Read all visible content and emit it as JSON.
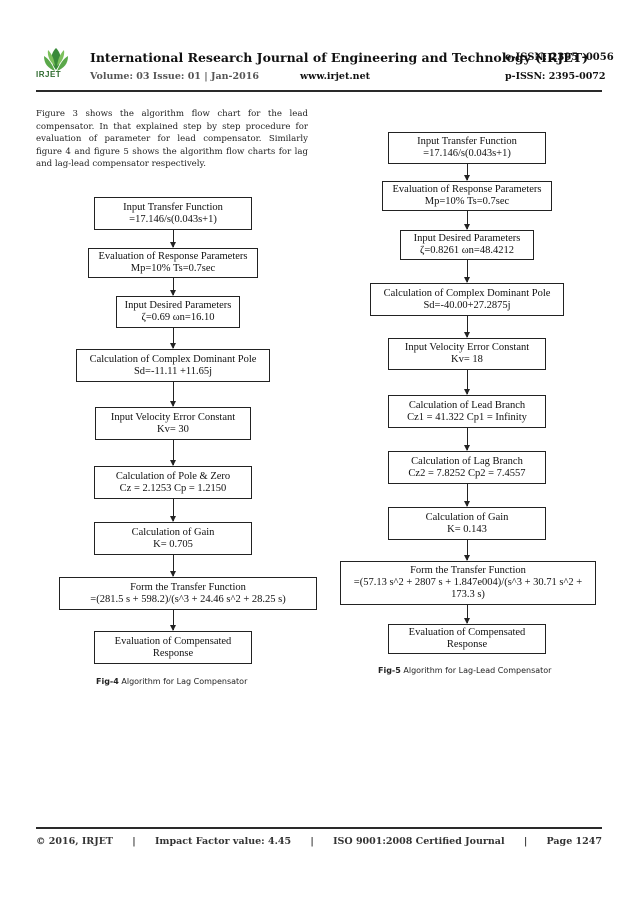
{
  "header": {
    "logo_text": "IRJET",
    "journal_title": "International Research Journal of Engineering and Technology (IRJET)",
    "eissn": "e-ISSN: 2395 -0056",
    "volume": "Volume: 03 Issue: 01 | Jan-2016",
    "website": "www.irjet.net",
    "pissn": "p-ISSN: 2395-0072"
  },
  "paragraph": "Figure 3 shows the algorithm flow chart for the lead compensator. In that explained step by step procedure for evaluation of parameter for lead compensator. Similarly figure 4 and figure 5 shows the algorithm flow charts for lag and lag-lead compensator respectively.",
  "fig4": {
    "caption_label": "Fig-4",
    "caption_text": " Algorithm for Lag Compensator",
    "steps": [
      {
        "l1": "Input Transfer Function",
        "l2": "=17.146/s(0.043s+1)"
      },
      {
        "l1": "Evaluation of Response Parameters",
        "l2": "Mp=10%   Ts=0.7sec"
      },
      {
        "l1": "Input Desired Parameters",
        "l2": "ζ=0.69 ωn=16.10"
      },
      {
        "l1": "Calculation of Complex Dominant Pole",
        "l2": "Sd=-11.11 +11.65j"
      },
      {
        "l1": "Input Velocity Error Constant",
        "l2": "Kv= 30"
      },
      {
        "l1": "Calculation of Pole & Zero",
        "l2": "Cz = 2.1253  Cp = 1.2150"
      },
      {
        "l1": "Calculation of Gain",
        "l2": "K= 0.705"
      },
      {
        "l1": "Form the Transfer Function",
        "l2": "=(281.5 s + 598.2)/(s^3 + 24.46 s^2 + 28.25 s)"
      },
      {
        "l1": "Evaluation of Compensated",
        "l2": "Response"
      }
    ]
  },
  "fig5": {
    "caption_label": "Fig-5",
    "caption_text": " Algorithm for Lag-Lead Compensator",
    "steps": [
      {
        "l1": "Input Transfer Function",
        "l2": "=17.146/s(0.043s+1)"
      },
      {
        "l1": "Evaluation of Response Parameters",
        "l2": "Mp=10%   Ts=0.7sec"
      },
      {
        "l1": "Input Desired Parameters",
        "l2": "ζ=0.8261 ωn=48.4212"
      },
      {
        "l1": "Calculation of Complex Dominant Pole",
        "l2": "Sd=-40.00+27.2875j"
      },
      {
        "l1": "Input Velocity Error Constant",
        "l2": "Kv= 18"
      },
      {
        "l1": "Calculation of Lead Branch",
        "l2": "Cz1 = 41.322  Cp1 = Infinity"
      },
      {
        "l1": "Calculation of Lag Branch",
        "l2": "Cz2 = 7.8252  Cp2 = 7.4557"
      },
      {
        "l1": "Calculation of Gain",
        "l2": "K= 0.143"
      },
      {
        "l1": "Form the Transfer Function",
        "l2": "=(57.13 s^2 + 2807 s + 1.847e004)/(s^3 + 30.71 s^2 + 173.3 s)"
      },
      {
        "l1": "Evaluation of Compensated",
        "l2": "Response"
      }
    ]
  },
  "footer": {
    "copyright": "© 2016, IRJET",
    "sep1": "|",
    "impact": "Impact Factor value: 4.45",
    "sep2": "|",
    "iso": "ISO 9001:2008 Certified Journal",
    "sep3": "|",
    "page": "Page 1247"
  }
}
